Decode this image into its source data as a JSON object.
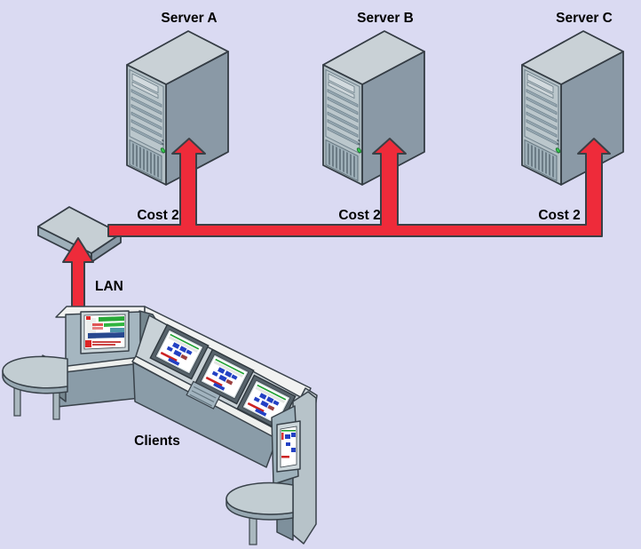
{
  "diagram": {
    "background_color": "#dadaf2",
    "link_color": "#ee2b3a",
    "outline_color": "#343c44",
    "servers": [
      {
        "id": "server-a",
        "label": "Server A",
        "cost_label": "Cost 2"
      },
      {
        "id": "server-b",
        "label": "Server B",
        "cost_label": "Cost 2"
      },
      {
        "id": "server-c",
        "label": "Server C",
        "cost_label": "Cost 2"
      }
    ],
    "lan": {
      "label": "LAN"
    },
    "clients": {
      "label": "Clients"
    }
  }
}
